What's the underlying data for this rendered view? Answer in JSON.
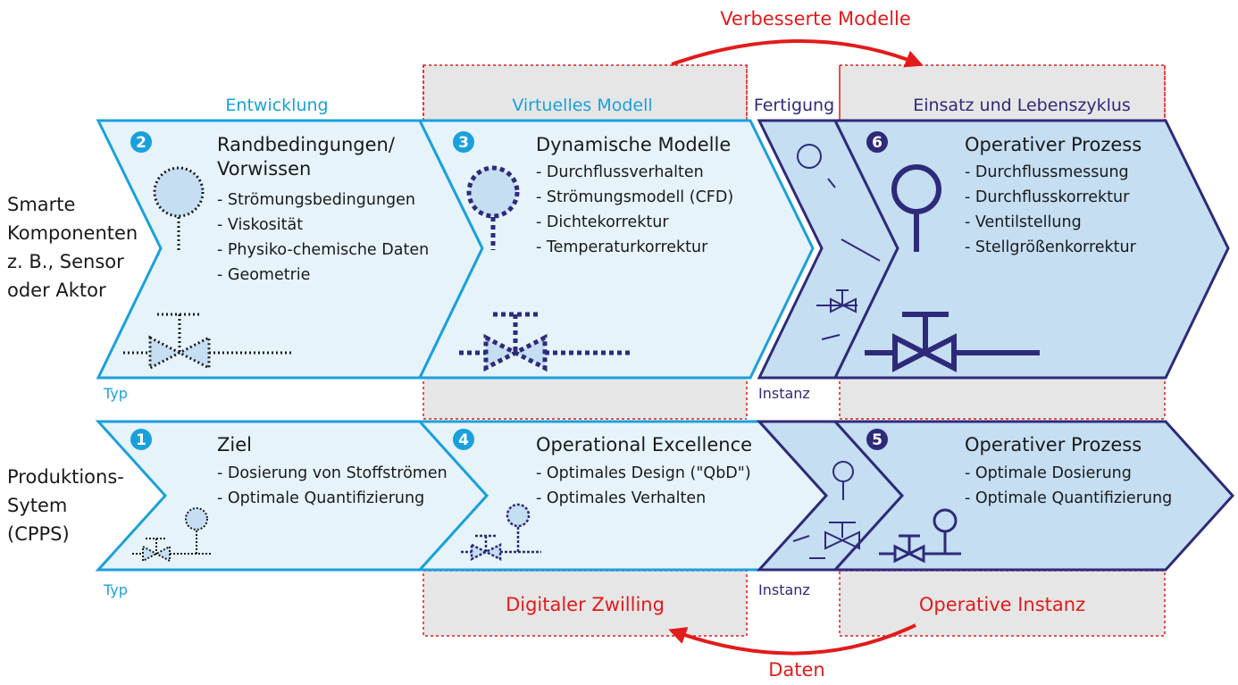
{
  "top_arrow_label": "Verbesserte Modelle",
  "bottom_arrow_label": "Daten",
  "digital_twin_label": "Digitaler Zwilling",
  "operative_instance_label": "Operative Instanz",
  "phases": {
    "entwicklung": "Entwicklung",
    "virtuelles_modell": "Virtuelles Modell",
    "fertigung": "Fertigung",
    "einsatz": "Einsatz und Lebenszyklus"
  },
  "row_tags": {
    "typ_top": "Typ",
    "typ_bottom": "Typ",
    "instanz_top": "Instanz",
    "instanz_bottom": "Instanz"
  },
  "left_labels": {
    "top": [
      "Smarte",
      "Komponenten",
      "z. B., Sensor",
      "oder Aktor"
    ],
    "bottom": [
      "Produktions-",
      "Sytem",
      "(CPPS)"
    ]
  },
  "boxes": {
    "b2": {
      "num": "2",
      "title1": "Randbedingungen/",
      "title2": "Vorwissen",
      "items": [
        "- Strömungsbedingungen",
        "- Viskosität",
        "- Physiko-chemische Daten",
        "- Geometrie"
      ]
    },
    "b3": {
      "num": "3",
      "title": "Dynamische Modelle",
      "items": [
        "- Durchflussverhalten",
        "- Strömungsmodell (CFD)",
        "- Dichtekorrektur",
        "- Temperaturkorrektur"
      ]
    },
    "b6": {
      "num": "6",
      "title": "Operativer Prozess",
      "items": [
        "- Durchflussmessung",
        "- Durchflusskorrektur",
        "- Ventilstellung",
        "- Stellgrößenkorrektur"
      ]
    },
    "b1": {
      "num": "1",
      "title": "Ziel",
      "items": [
        "- Dosierung von Stoffströmen",
        "- Optimale Quantifizierung"
      ]
    },
    "b4": {
      "num": "4",
      "title": "Operational Excellence",
      "items": [
        "- Optimales Design (\"QbD\")",
        "- Optimales Verhalten"
      ]
    },
    "b5": {
      "num": "5",
      "title": "Operativer Prozess",
      "items": [
        "- Optimale Dosierung",
        "- Optimale Quantifizierung"
      ]
    }
  },
  "colors": {
    "cyan": "#1aa0dc",
    "light_fill": "#e6f3fb",
    "navy": "#2e2a7a",
    "dark_fill": "#c5def2",
    "red": "#e21b1b",
    "gray": "#e6e6e6"
  }
}
